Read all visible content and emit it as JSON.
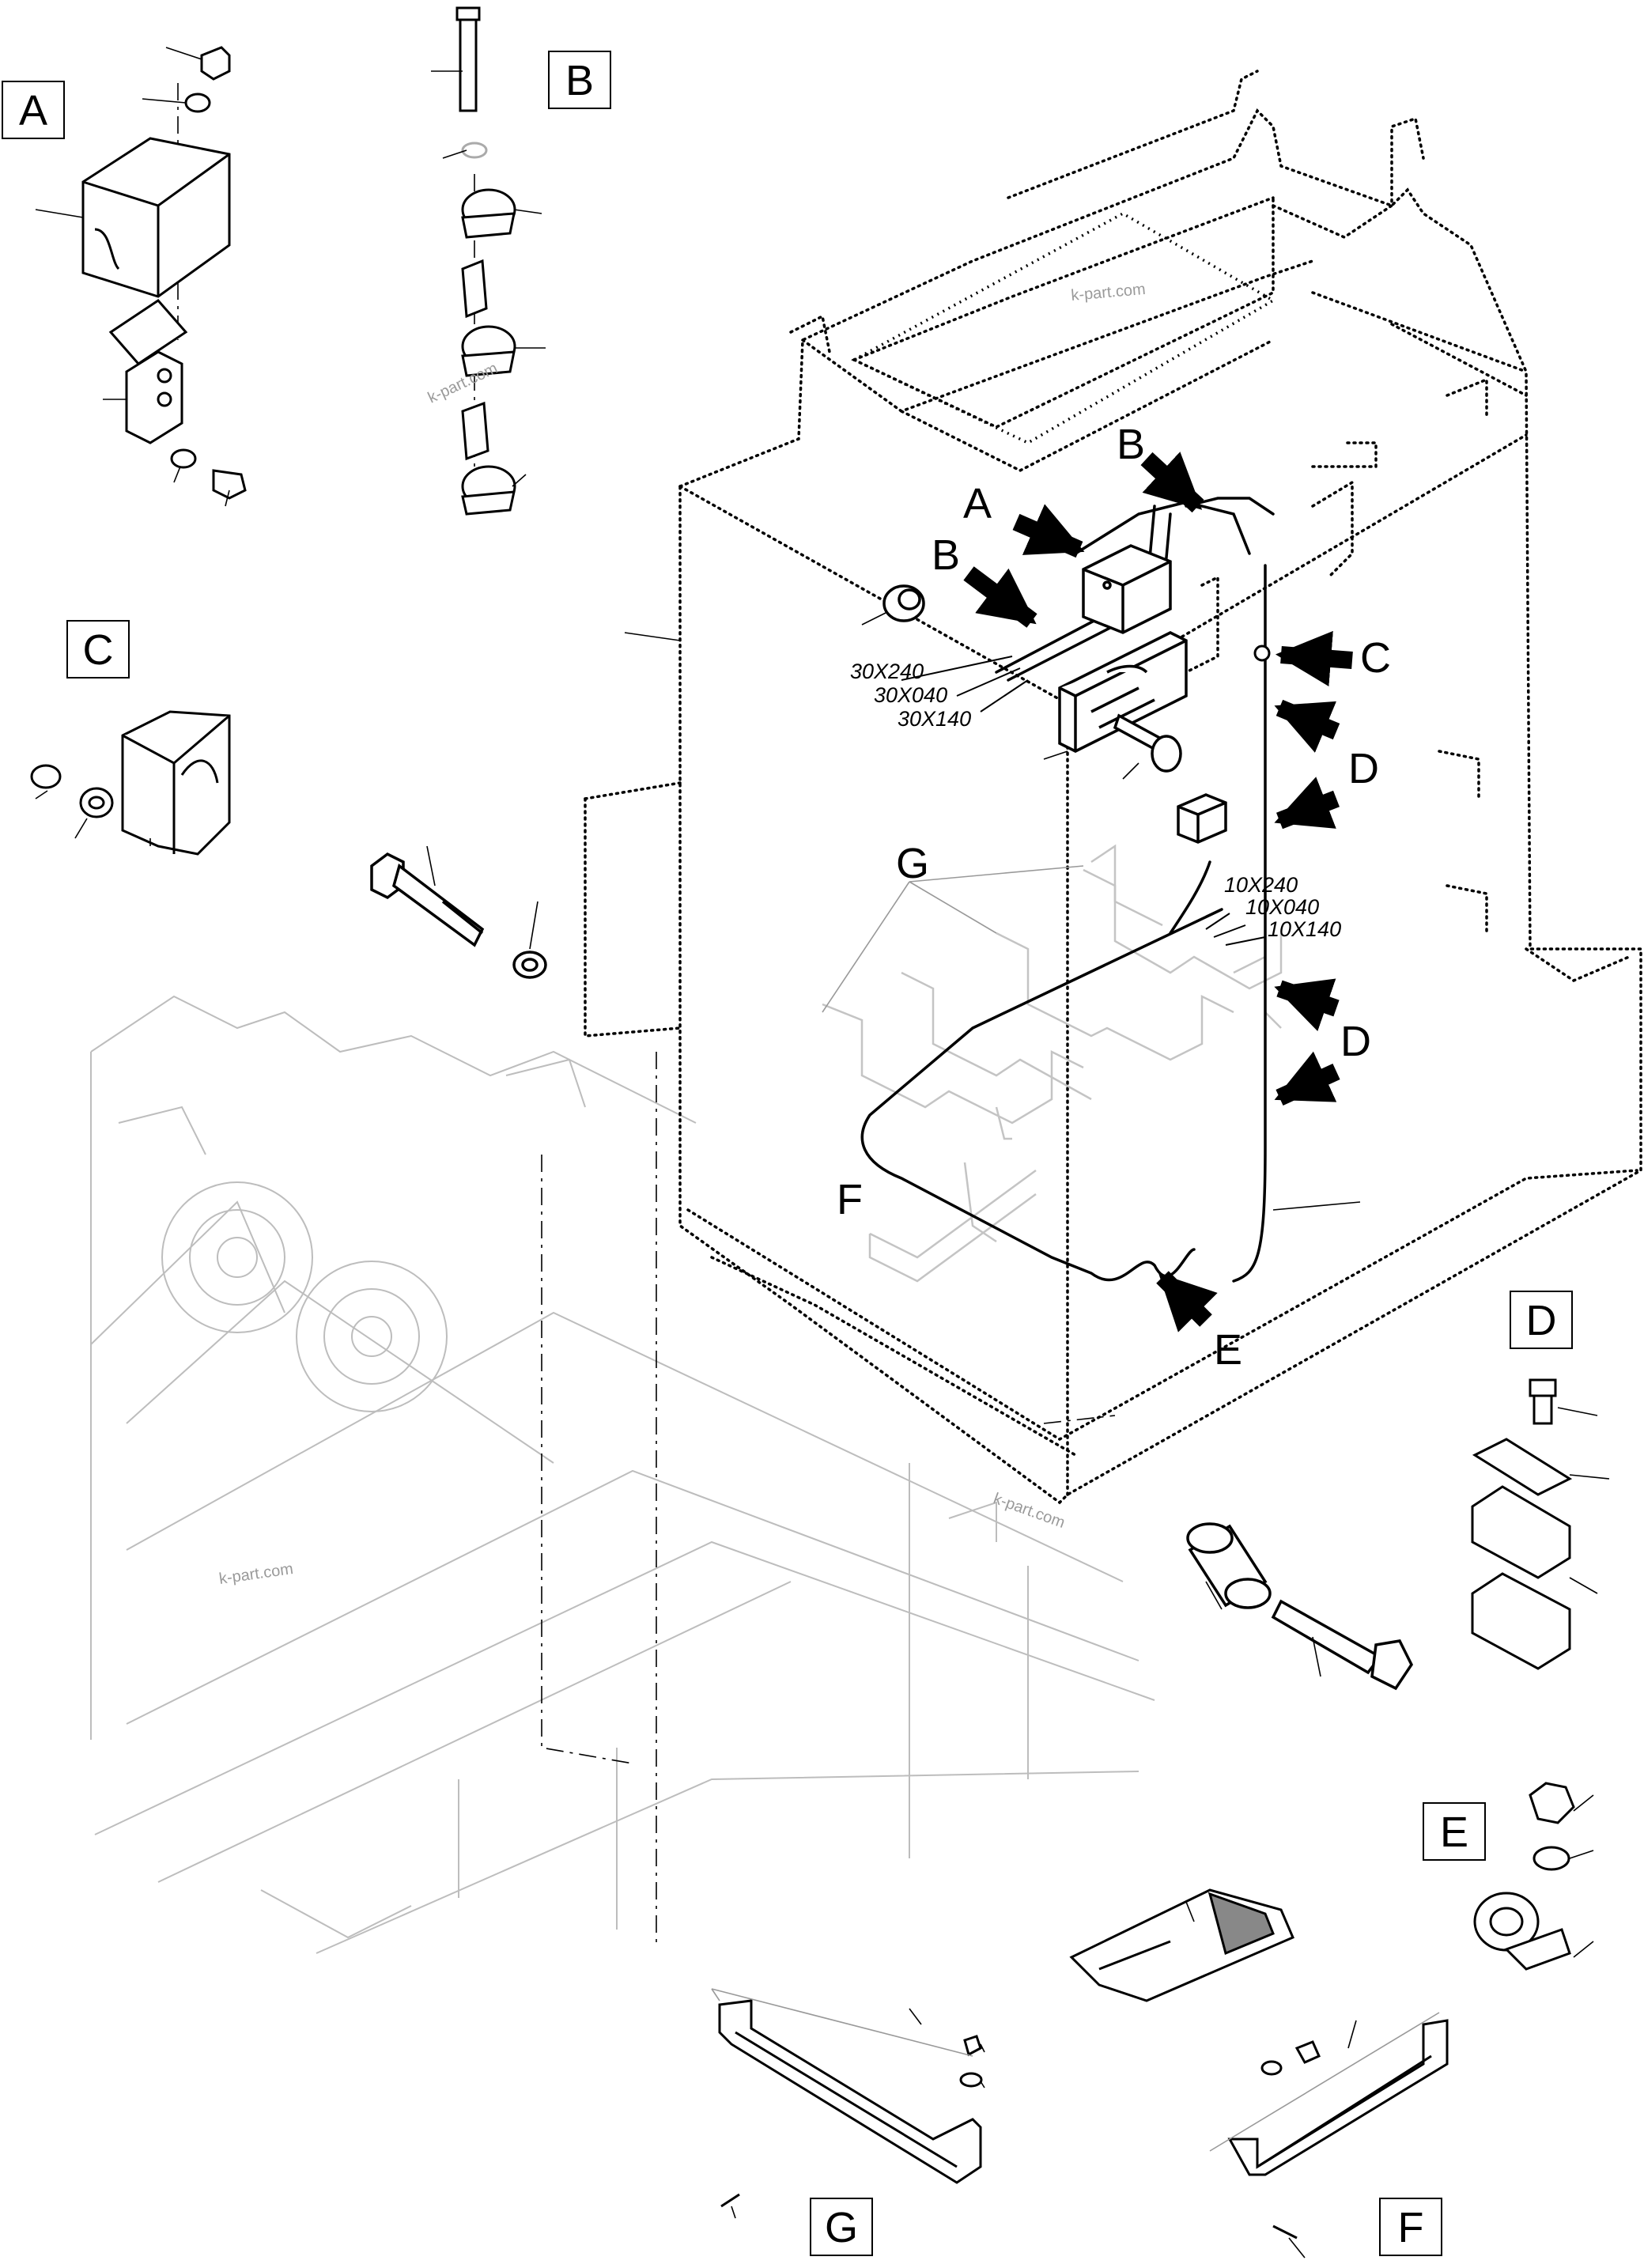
{
  "detail_boxes": [
    {
      "id": "A",
      "label": "A"
    },
    {
      "id": "B",
      "label": "B"
    },
    {
      "id": "C",
      "label": "C"
    },
    {
      "id": "D",
      "label": "D"
    },
    {
      "id": "E",
      "label": "E"
    },
    {
      "id": "F",
      "label": "F"
    },
    {
      "id": "G",
      "label": "G"
    }
  ],
  "callouts": {
    "a": "A",
    "b1": "B",
    "b2": "B",
    "c": "C",
    "d1": "D",
    "d2": "D",
    "e": "E",
    "f": "F",
    "g": "G"
  },
  "codes": {
    "upper": [
      "30X240",
      "30X040",
      "30X140"
    ],
    "lower": [
      "10X240",
      "10X040",
      "10X140"
    ]
  },
  "watermark": "k-part.com",
  "colors": {
    "line": "#000000",
    "ghost": "#bdbdbd",
    "watermark": "#9a9a9a"
  }
}
